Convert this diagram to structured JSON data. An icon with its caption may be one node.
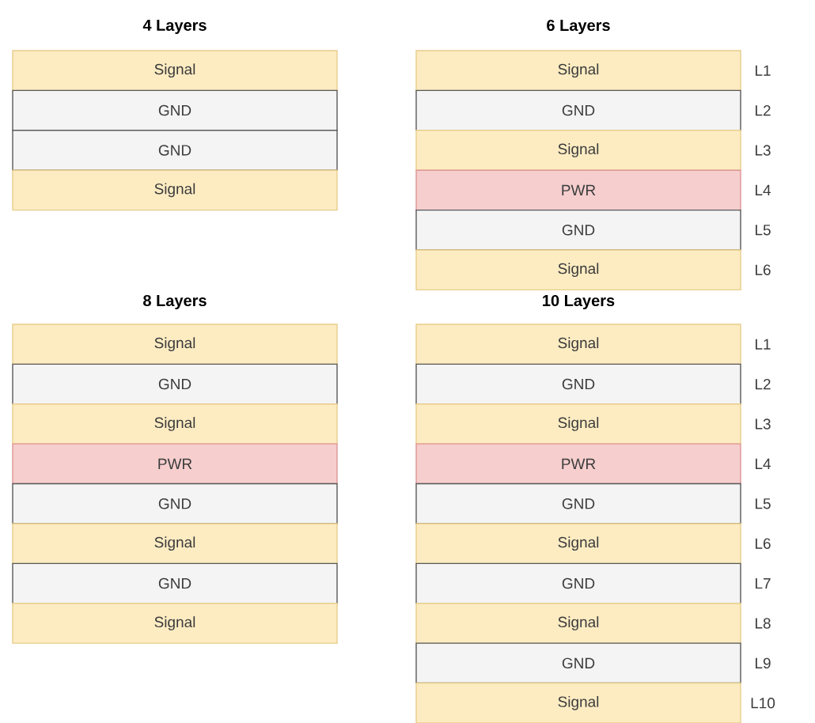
{
  "diagram": {
    "nodes": [
      {
        "text": [
          "Signal"
        ]
      },
      {
        "text": [
          "GND"
        ]
      },
      {
        "text": [
          "GND"
        ]
      },
      {
        "text": [
          "Signal"
        ]
      },
      {
        "text": [
          "Signal"
        ],
        "beside": [
          "L1"
        ]
      },
      {
        "text": [
          "GND"
        ],
        "beside": [
          "L2"
        ]
      },
      {
        "text": [
          "Signal"
        ],
        "beside": [
          "L3"
        ]
      },
      {
        "text": [
          "PWR"
        ],
        "beside": [
          "L4"
        ]
      },
      {
        "text": [
          "GND"
        ],
        "beside": [
          "L5"
        ]
      },
      {
        "text": [
          "Signal"
        ],
        "beside": [
          "L6"
        ]
      },
      {
        "text": [
          "Signal"
        ]
      },
      {
        "text": [
          "GND"
        ]
      },
      {
        "text": [
          "Signal"
        ]
      },
      {
        "text": [
          "PWR"
        ]
      },
      {
        "text": [
          "GND"
        ]
      },
      {
        "text": [
          "Signal"
        ]
      },
      {
        "text": [
          "GND"
        ]
      },
      {
        "text": [
          "Signal"
        ]
      },
      {
        "text": [
          "Signal"
        ],
        "beside": [
          "L1"
        ]
      },
      {
        "text": [
          "GND"
        ],
        "beside": [
          "L2"
        ]
      },
      {
        "text": [
          "Signal"
        ],
        "beside": [
          "L3"
        ]
      },
      {
        "text": [
          "PWR"
        ],
        "beside": [
          "L4"
        ]
      },
      {
        "text": [
          "GND"
        ],
        "beside": [
          "L5"
        ]
      },
      {
        "text": [
          "Signal"
        ],
        "beside": [
          "L6"
        ]
      },
      {
        "text": [
          "GND"
        ],
        "beside": [
          "L7"
        ]
      },
      {
        "text": [
          "Signal"
        ],
        "beside": [
          "L8"
        ]
      },
      {
        "text": [
          "GND"
        ],
        "beside": [
          "L9"
        ]
      },
      {
        "text": [
          "Signal"
        ],
        "beside": [
          "L10"
        ]
      }
    ],
    "labels": [
      "4 Layers",
      "6 Layers",
      "8 Layers",
      "10 Layers"
    ]
  }
}
